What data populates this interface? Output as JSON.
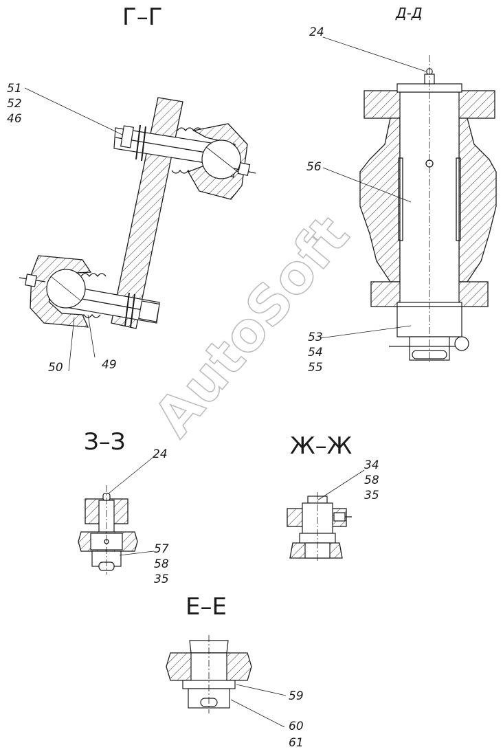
{
  "sections": {
    "g": {
      "title": "Г–Г",
      "labels": [
        "51",
        "52",
        "46",
        "50",
        "49"
      ]
    },
    "d": {
      "title": "Д-Д",
      "labels": [
        "24",
        "56",
        "53",
        "54",
        "55"
      ]
    },
    "z": {
      "title": "З–З",
      "labels": [
        "24",
        "57",
        "58",
        "35"
      ]
    },
    "zh": {
      "title": "Ж–Ж",
      "labels": [
        "34",
        "58",
        "35"
      ]
    },
    "e": {
      "title": "Е–Е",
      "labels": [
        "59",
        "60",
        "61"
      ]
    }
  },
  "watermark": "AutoSoft",
  "colors": {
    "ink": "#1a1a1a",
    "watermark": "#bdbdbd",
    "paper": "#ffffff"
  }
}
